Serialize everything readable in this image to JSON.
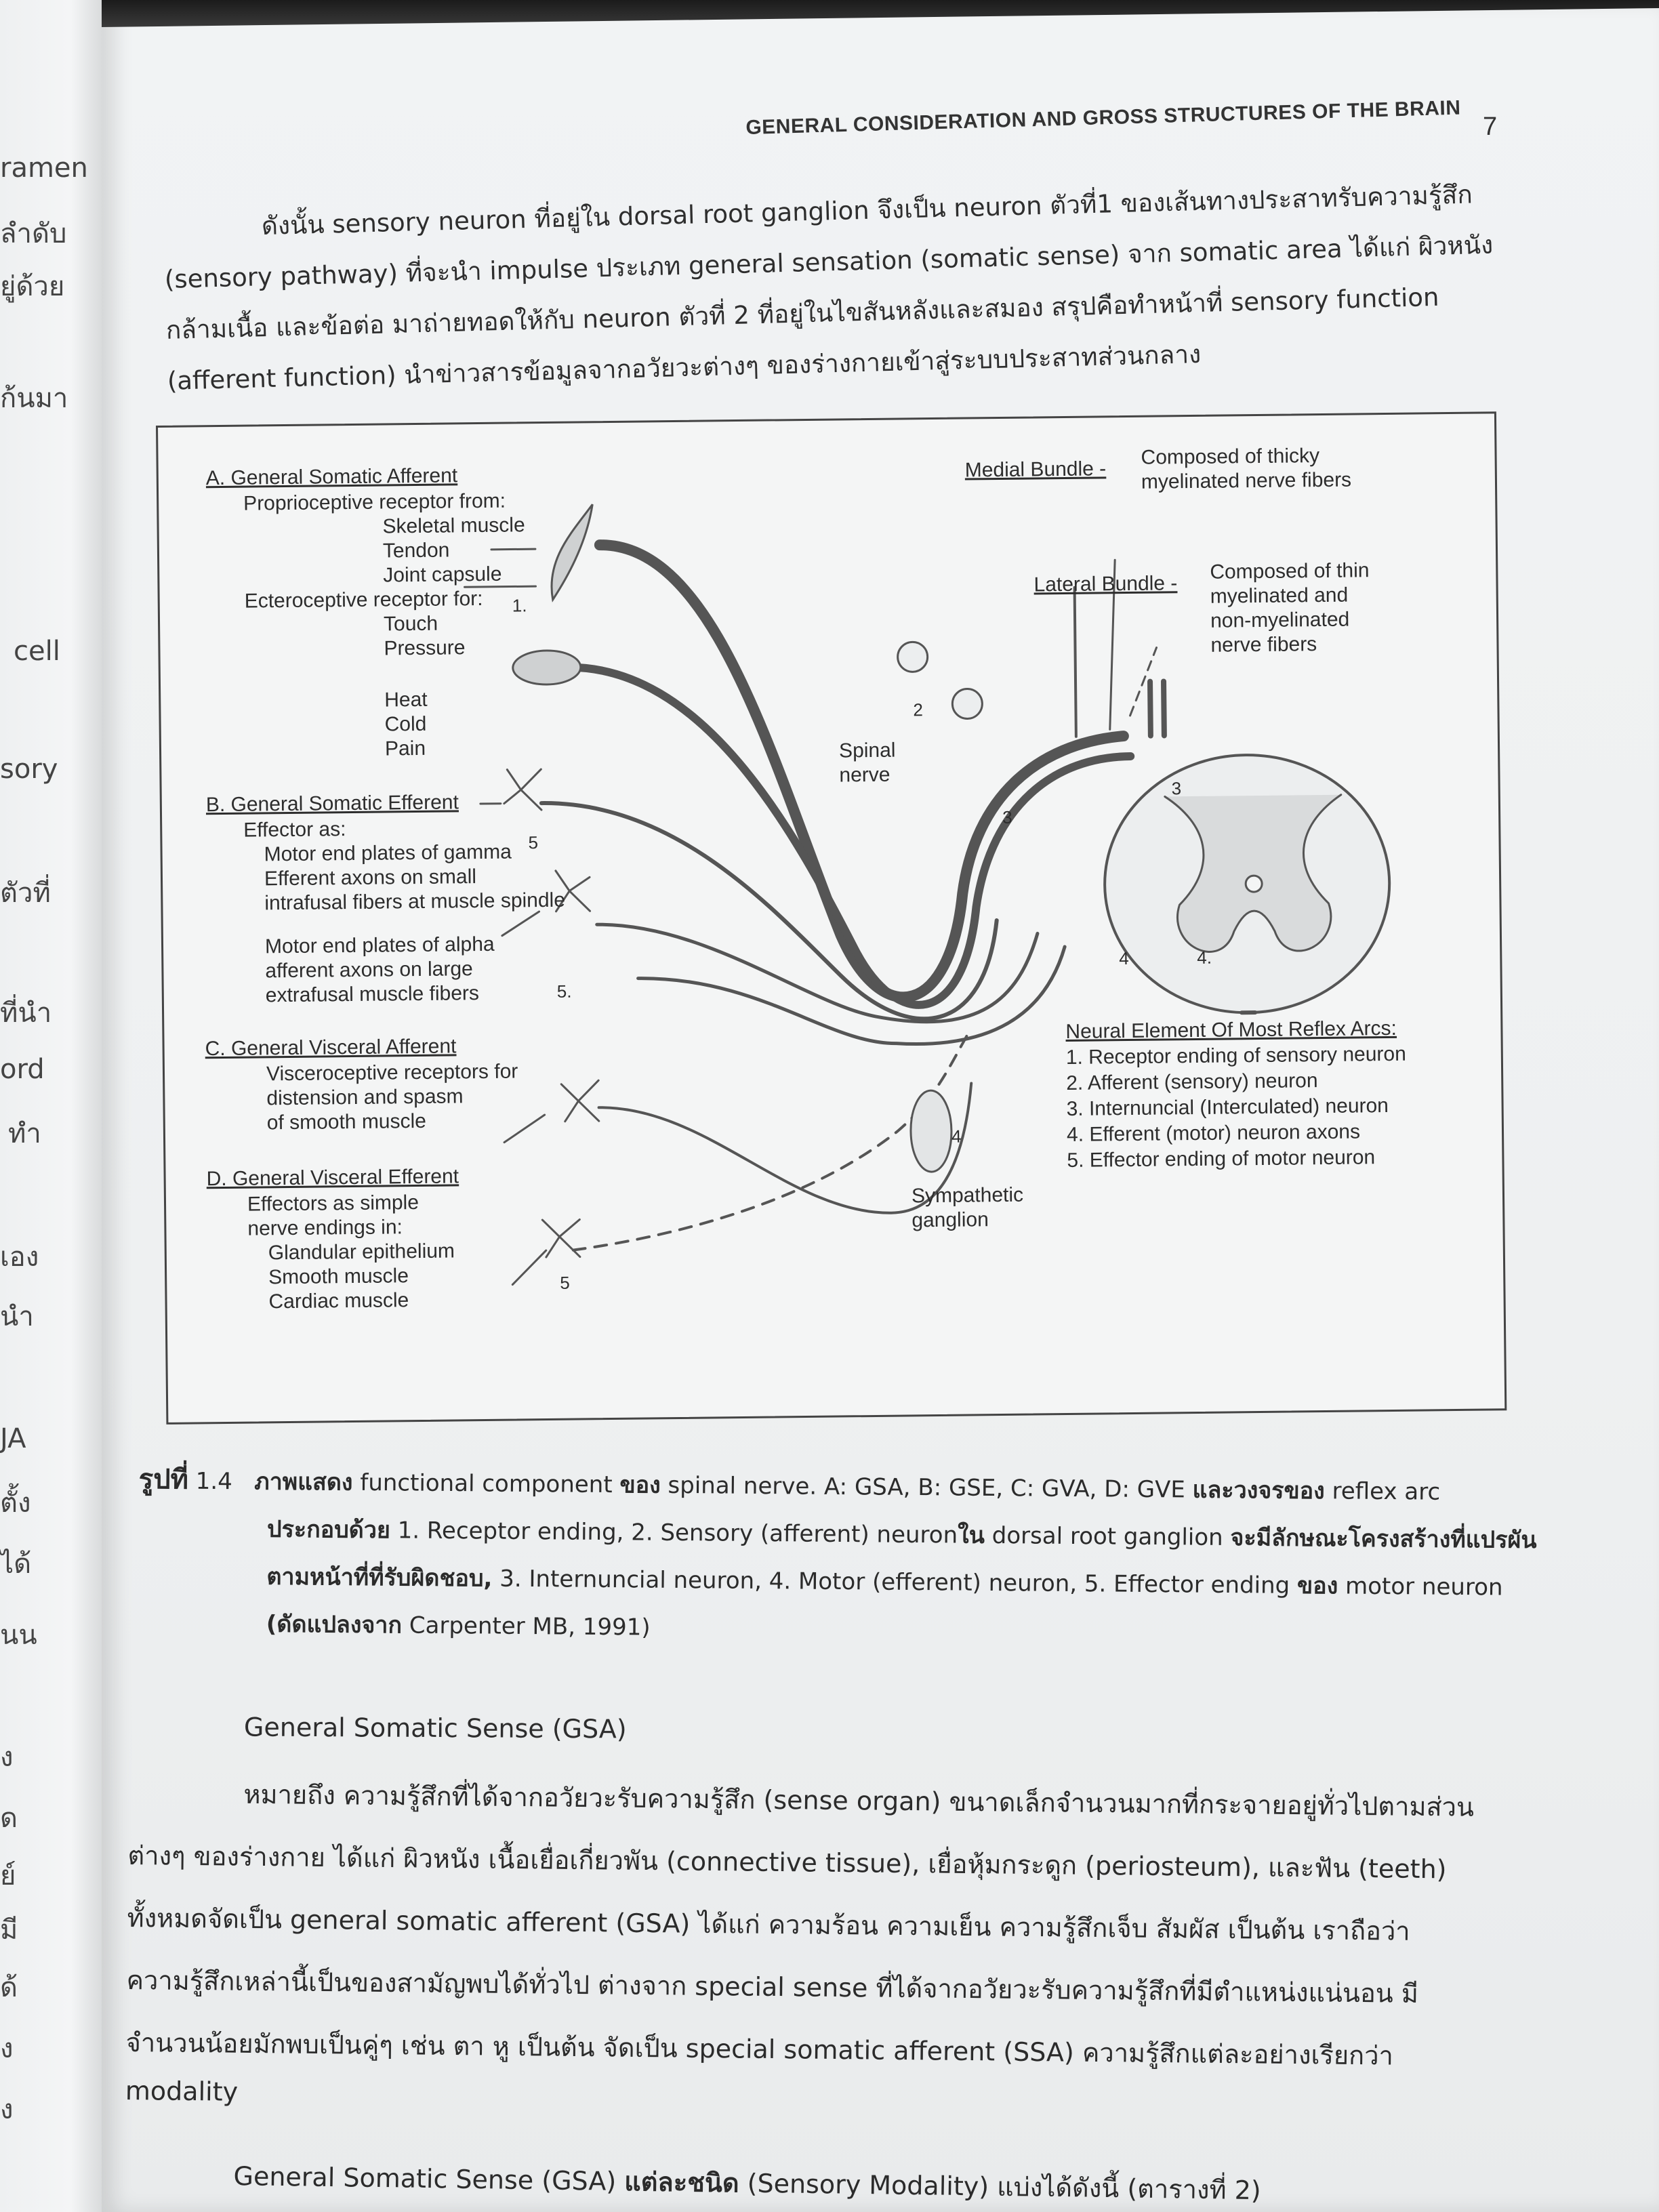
{
  "left_page": {
    "fragments": [
      "ramen",
      "ลำดับ",
      "ยู่ด้วย",
      "ก้นมา",
      "cell",
      "sory",
      "ตัวที่",
      "ที่นำ",
      "ord",
      "ทำ",
      "เอง",
      "นำ",
      "JA",
      "ตั้ง",
      "ได้",
      "นน",
      "ง",
      "ด",
      "ย์",
      "มี",
      "ด้",
      "ง",
      "ง"
    ]
  },
  "header": {
    "running_head": "GENERAL CONSIDERATION AND GROSS STRUCTURES OF THE BRAIN",
    "page_number": "7"
  },
  "intro_paragraph": {
    "lines": [
      "ดังนั้น sensory neuron ที่อยู่ใน dorsal root ganglion จึงเป็น neuron ตัวที่1 ของเส้นทางประสาทรับความรู้สึก",
      "(sensory pathway) ที่จะนำ impulse ประเภท general sensation (somatic sense) จาก somatic area ได้แก่ ผิวหนัง",
      "กล้ามเนื้อ และข้อต่อ มาถ่ายทอดให้กับ neuron ตัวที่ 2 ที่อยู่ในไขสันหลังและสมอง สรุปคือทำหน้าที่ sensory function",
      "(afferent function) นำข่าวสารข้อมูลจากอวัยวะต่างๆ ของร่างกายเข้าสู่ระบบประสาทส่วนกลาง"
    ]
  },
  "figure": {
    "a_title": "A. General Somatic Afferent",
    "a_sub1": "Proprioceptive receptor from:",
    "a_items1": [
      "Skeletal muscle",
      "Tendon",
      "Joint capsule"
    ],
    "a_sub2": "Ecteroceptive receptor for:",
    "a_items2": [
      "Touch",
      "Pressure"
    ],
    "a_items3": [
      "Heat",
      "Cold",
      "Pain"
    ],
    "b_title": "B. General Somatic Efferent",
    "b_sub": "Effector as:",
    "b_items1": [
      "Motor end plates of gamma",
      "Efferent axons on small",
      "intrafusal fibers at muscle spindle"
    ],
    "b_items2": [
      "Motor end plates of alpha",
      "afferent axons on large",
      "extrafusal muscle fibers"
    ],
    "c_title": "C. General Visceral Afferent",
    "c_items": [
      "Visceroceptive receptors for",
      "distension and spasm",
      "of smooth muscle"
    ],
    "d_title": "D. General Visceral Efferent",
    "d_items": [
      "Effectors as simple",
      "nerve endings in:",
      "Glandular epithelium",
      "Smooth muscle",
      "Cardiac muscle"
    ],
    "medial_bundle": "Medial Bundle -",
    "medial_desc": [
      "Composed of thicky",
      "myelinated nerve fibers"
    ],
    "lateral_bundle": "Lateral Bundle -",
    "lateral_desc": [
      "Composed of thin",
      "myelinated and",
      "non-myelinated",
      "nerve fibers"
    ],
    "spinal_nerve": [
      "Spinal",
      "nerve"
    ],
    "sympathetic": [
      "Sympathetic",
      "ganglion"
    ],
    "reflex_title": "Neural Element Of Most Reflex Arcs:",
    "reflex_items": [
      "1. Receptor ending of sensory neuron",
      "2. Afferent (sensory) neuron",
      "3. Internuncial (Interculated) neuron",
      "4. Efferent (motor) neuron axons",
      "5. Effector ending of motor neuron"
    ],
    "numerals": [
      "1.",
      "2",
      "3",
      "3",
      "4",
      "4.",
      "4",
      "5",
      "5.",
      "5"
    ]
  },
  "caption": {
    "label": "รูปที่",
    "number": "1.4",
    "line1_bold": "ภาพแสดง",
    "line1_a": "functional component",
    "line1_bold2": "ของ",
    "line1_b": "spinal nerve. A: GSA, B: GSE, C: GVA, D: GVE",
    "line1_bold3": "และวงจรของ",
    "line1_c": "reflex arc",
    "line2_bold": "ประกอบด้วย",
    "line2_a": "1. Receptor ending, 2. Sensory (afferent) neuron",
    "line2_bold2": "ใน",
    "line2_b": "dorsal root ganglion",
    "line2_bold3": "จะมีลักษณะโครงสร้างที่แปรผัน",
    "line3_bold": "ตามหน้าที่ที่รับผิดชอบ,",
    "line3_a": "3. Internuncial neuron, 4. Motor (efferent) neuron, 5. Effector ending",
    "line3_bold2": "ของ",
    "line3_b": "motor neuron",
    "line4_bold": "(ดัดแปลงจาก",
    "line4_a": "Carpenter MB, 1991)"
  },
  "section": {
    "heading": "General Somatic Sense (GSA)",
    "lines": [
      "หมายถึง ความรู้สึกที่ได้จากอวัยวะรับความรู้สึก (sense organ) ขนาดเล็กจำนวนมากที่กระจายอยู่ทั่วไปตามส่วน",
      "ต่างๆ ของร่างกาย ได้แก่ ผิวหนัง เนื้อเยื่อเกี่ยวพัน (connective tissue), เยื่อหุ้มกระดูก (periosteum), และฟัน (teeth)",
      "ทั้งหมดจัดเป็น general somatic afferent (GSA) ได้แก่ ความร้อน ความเย็น ความรู้สึกเจ็บ สัมผัส เป็นต้น เราถือว่า",
      "ความรู้สึกเหล่านี้เป็นของสามัญพบได้ทั่วไป ต่างจาก special sense ที่ได้จากอวัยวะรับความรู้สึกที่มีตำแหน่งแน่นอน มี",
      "จำนวนน้อยมักพบเป็นคู่ๆ เช่น ตา หู เป็นต้น จัดเป็น special somatic afferent (SSA) ความรู้สึกแต่ละอย่างเรียกว่า",
      "modality"
    ],
    "last_line_a": "General Somatic Sense (GSA)",
    "last_line_bold": "แต่ละชนิด",
    "last_line_b": "(Sensory Modality) แบ่งได้ดังนี้ (ตารางที่ 2)"
  }
}
